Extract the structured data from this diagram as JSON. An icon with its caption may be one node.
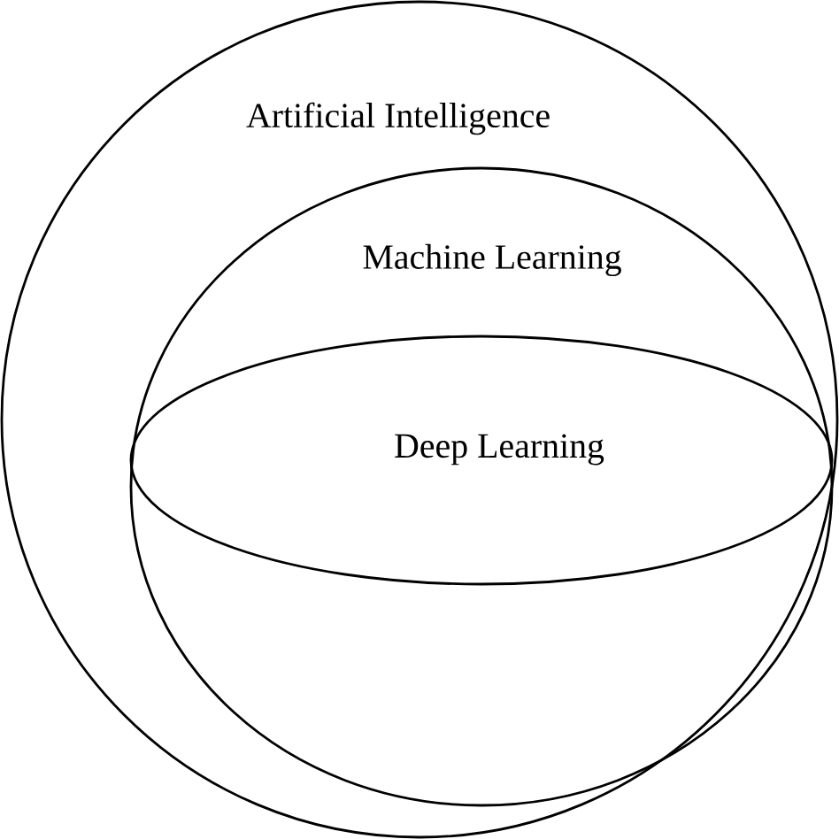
{
  "diagram": {
    "nodes": [
      {
        "text": [
          "Artificial Intelligence"
        ]
      },
      {
        "text": [
          "Machine Learning"
        ],
        "in": 0
      },
      {
        "text": [
          "Deep Learning"
        ],
        "in": 1
      }
    ]
  }
}
